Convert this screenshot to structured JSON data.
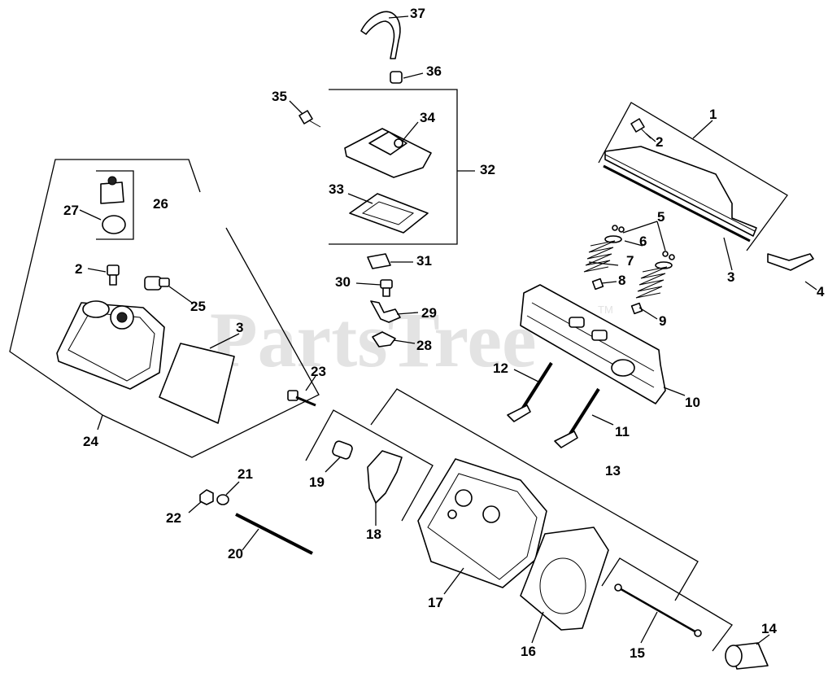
{
  "watermark": {
    "text": "PartsTree",
    "tm": "TM"
  },
  "callouts": {
    "c1": "1",
    "c2a": "2",
    "c2b": "2",
    "c3a": "3",
    "c3b": "3",
    "c4": "4",
    "c5": "5",
    "c6": "6",
    "c7": "7",
    "c8": "8",
    "c9": "9",
    "c10": "10",
    "c11": "11",
    "c12": "12",
    "c13": "13",
    "c14": "14",
    "c15": "15",
    "c16": "16",
    "c17": "17",
    "c18": "18",
    "c19": "19",
    "c20": "20",
    "c21": "21",
    "c22": "22",
    "c23": "23",
    "c24": "24",
    "c25": "25",
    "c26": "26",
    "c27": "27",
    "c28": "28",
    "c29": "29",
    "c30": "30",
    "c31": "31",
    "c32": "32",
    "c33": "33",
    "c34": "34",
    "c35": "35",
    "c36": "36",
    "c37": "37"
  }
}
